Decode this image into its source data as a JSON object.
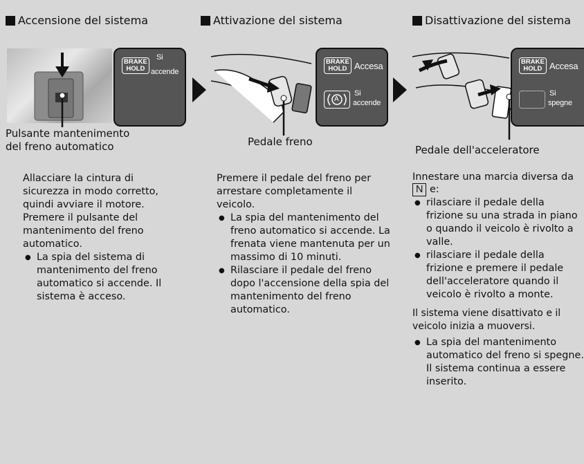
{
  "section1": {
    "heading": "Accensione del sistema",
    "panel": {
      "indicator": "BRAKE\nHOLD",
      "status_line1": "Si",
      "status_line2": "accende"
    },
    "caption_line1": "Pulsante mantenimento",
    "caption_line2": "del freno automatico",
    "body_text": "Allacciare la cintura di sicurezza in modo corretto, quindi avviare il motore. Premere il pulsante del mantenimento del freno automatico.",
    "bullets": [
      "La spia del sistema di mantenimento del freno automatico si accende. Il sistema è acceso."
    ]
  },
  "section2": {
    "heading": "Attivazione del sistema",
    "panel": {
      "indicator": "BRAKE\nHOLD",
      "indicator_status": "Accesa",
      "auto_symbol": "A",
      "status_line1": "Si",
      "status_line2": "accende"
    },
    "caption": "Pedale freno",
    "body_text": "Premere il pedale del freno per arrestare completamente il veicolo.",
    "bullets": [
      "La spia del mantenimento del freno automatico si accende. La frenata viene mantenuta per un massimo di 10 minuti.",
      "Rilasciare il pedale del freno dopo l'accensione della spia del mantenimento del freno automatico."
    ]
  },
  "section3": {
    "heading": "Disattivazione del sistema",
    "panel": {
      "indicator": "BRAKE\nHOLD",
      "indicator_status": "Accesa",
      "status_line1": "Si",
      "status_line2": "spegne"
    },
    "caption": "Pedale dell'acceleratore",
    "intro": "Innestare una marcia diversa da",
    "gear_key": "N",
    "intro_suffix": "e:",
    "bullets": [
      "rilasciare il pedale della frizione su una strada in piano o quando il veicolo è rivolto a valle.",
      "rilasciare il pedale della frizione e premere il pedale dell'acceleratore quando il veicolo è rivolto a monte."
    ],
    "middle_text": "Il sistema viene disattivato e il veicolo inizia a muoversi.",
    "bullets2": [
      "La spia del mantenimento automatico del freno si spegne. Il sistema continua a essere inserito."
    ]
  },
  "colors": {
    "background": "#d7d7d7",
    "panel": "#555555",
    "text": "#111111"
  }
}
